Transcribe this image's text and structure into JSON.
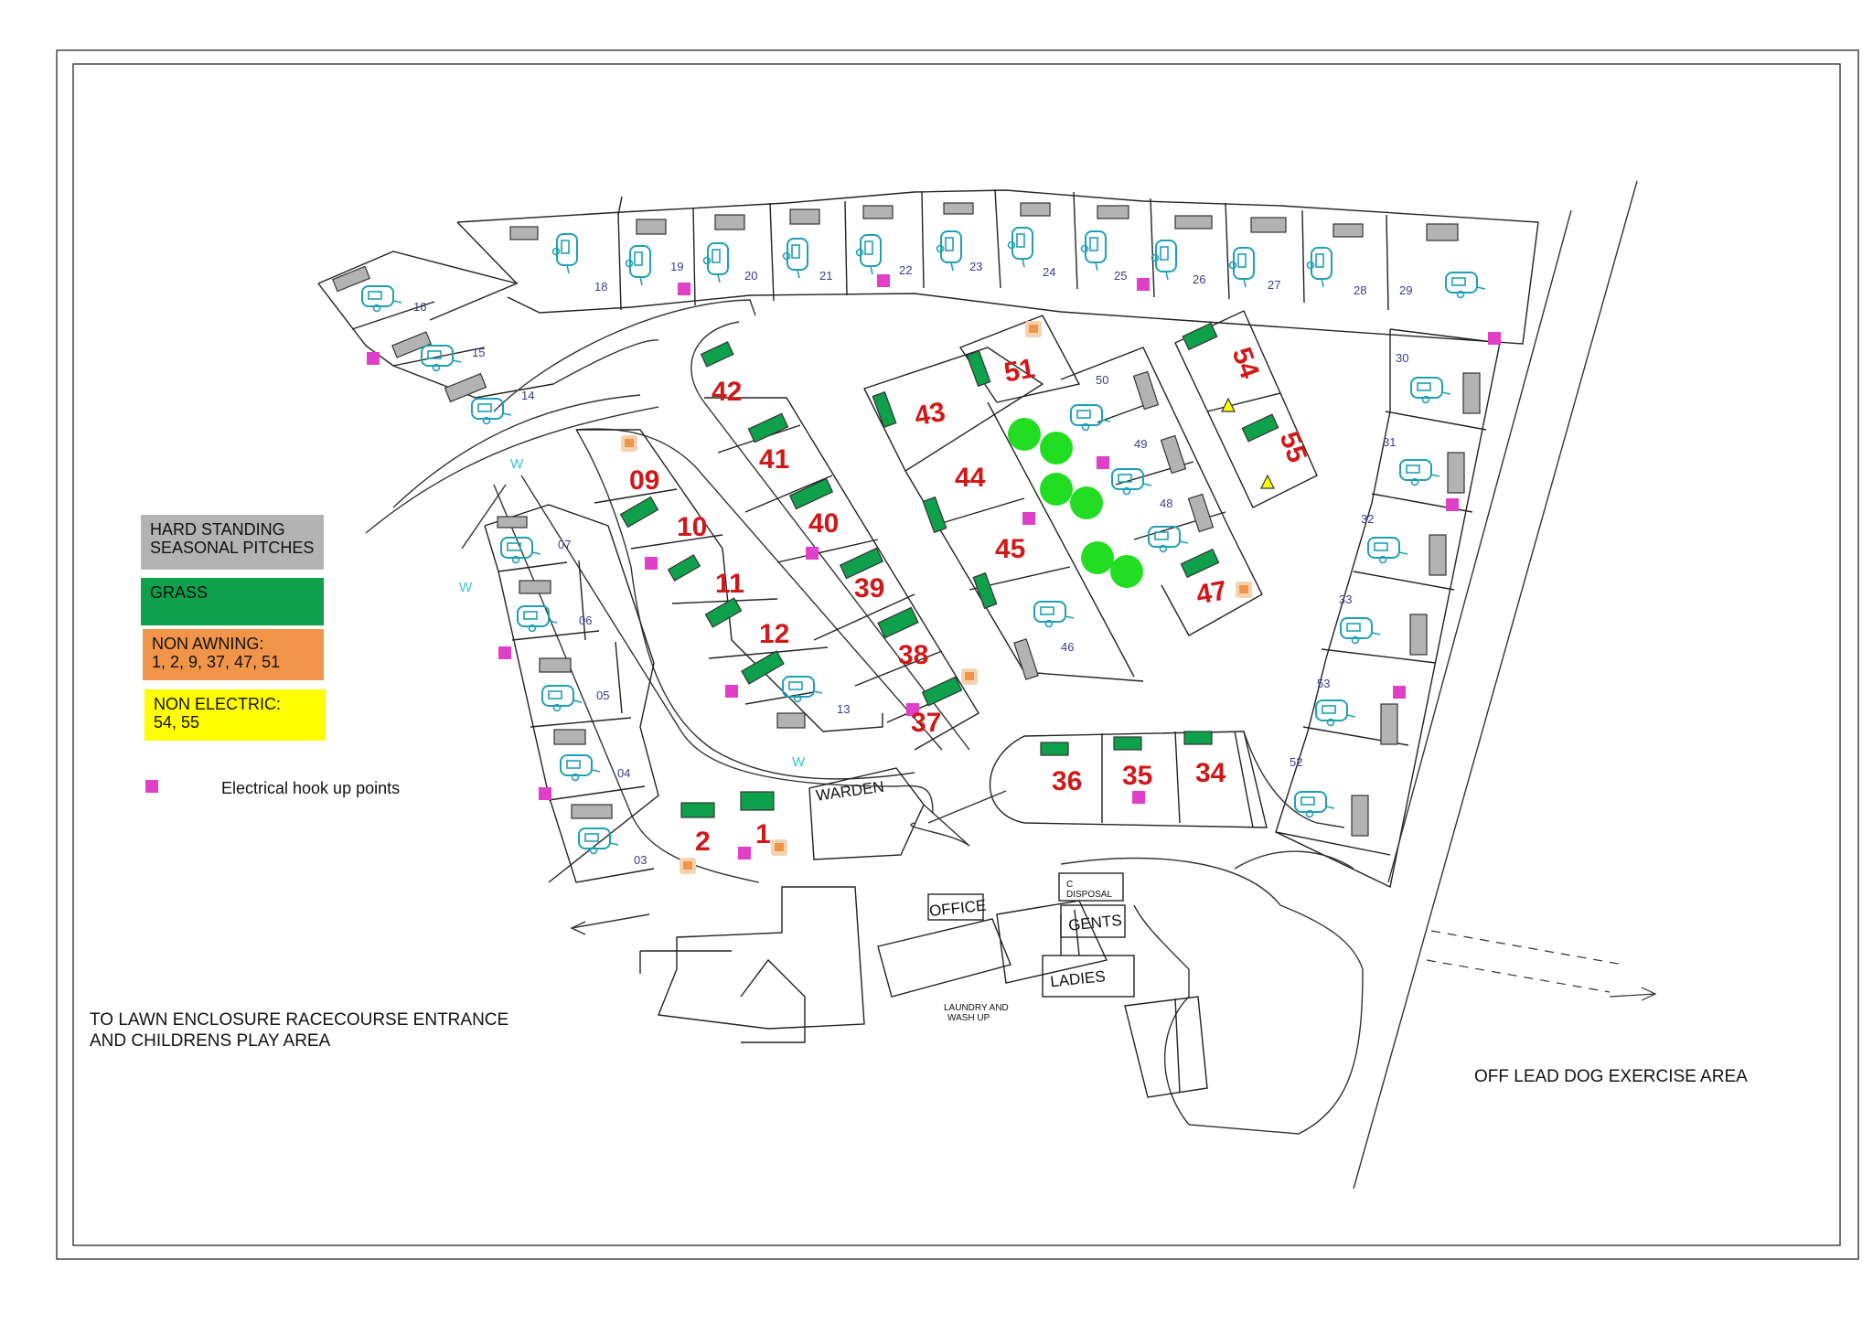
{
  "legend": {
    "hard_standing": "HARD STANDING\nSEASONAL PITCHES",
    "grass": "GRASS",
    "non_awning": "NON AWNING:\n1, 2, 9, 37, 47, 51",
    "non_electric": "NON ELECTRIC:\n54, 55",
    "electrical": "Electrical hook up points"
  },
  "colors": {
    "hard_standing": "#b3b3b3",
    "grass": "#0ea04a",
    "non_awning": "#f0954a",
    "non_electric": "#ffff00",
    "electrical": "#e040c8",
    "pitch_number": "#d11818",
    "caravan_icon": "#1f9fb5"
  },
  "notes": {
    "lawn": "TO LAWN ENCLOSURE RACECOURSE ENTRANCE\nAND CHILDRENS PLAY AREA",
    "dog": "OFF LEAD DOG EXERCISE AREA"
  },
  "buildings": {
    "warden": "WARDEN",
    "office": "OFFICE",
    "gents": "GENTS",
    "ladies": "LADIES",
    "disposal": "C\nDISPOSAL",
    "laundry": "LAUNDRY AND\nWASH UP"
  },
  "water_label": "W",
  "small_pitches": [
    "03",
    "04",
    "05",
    "06",
    "07",
    "13",
    "14",
    "15",
    "16",
    "18",
    "19",
    "20",
    "21",
    "22",
    "23",
    "24",
    "25",
    "26",
    "27",
    "28",
    "29",
    "30",
    "31",
    "32",
    "33",
    "46",
    "48",
    "49",
    "50",
    "52",
    "53"
  ],
  "large_pitches": [
    "1",
    "2",
    "09",
    "10",
    "11",
    "12",
    "34",
    "35",
    "36",
    "37",
    "38",
    "39",
    "40",
    "41",
    "42",
    "43",
    "44",
    "45",
    "47",
    "51",
    "54",
    "55"
  ]
}
